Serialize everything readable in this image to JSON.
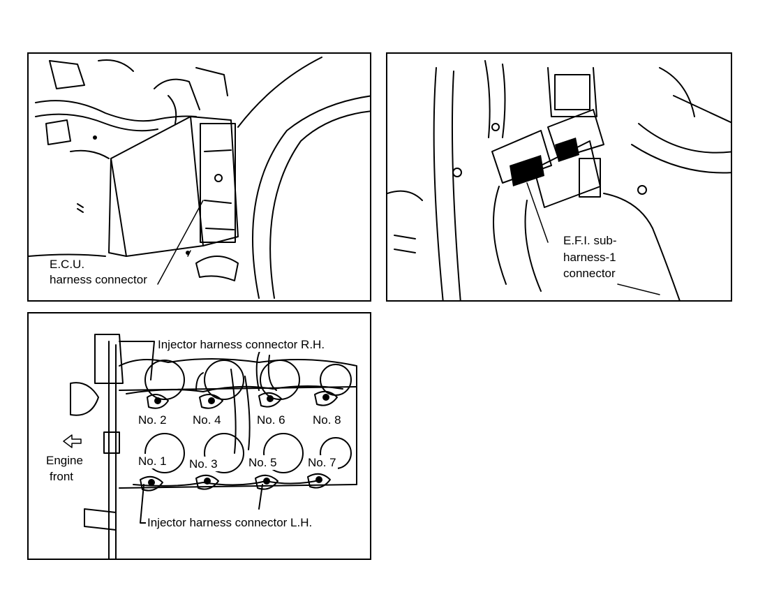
{
  "panels": {
    "ecu": {
      "label_line1": "E.C.U.",
      "label_line2": "harness connector"
    },
    "efi": {
      "label_line1": "E.F.I. sub-",
      "label_line2": "harness-1",
      "label_line3": "connector"
    },
    "injector": {
      "rh_label": "Injector harness connector R.H.",
      "lh_label": "Injector harness connector L.H.",
      "engine_front_line1": "Engine",
      "engine_front_line2": "front",
      "cylinders_top": [
        "No. 2",
        "No. 4",
        "No. 6",
        "No. 8"
      ],
      "cylinders_bottom": [
        "No. 1",
        "No. 3",
        "No. 5",
        "No. 7"
      ]
    }
  }
}
